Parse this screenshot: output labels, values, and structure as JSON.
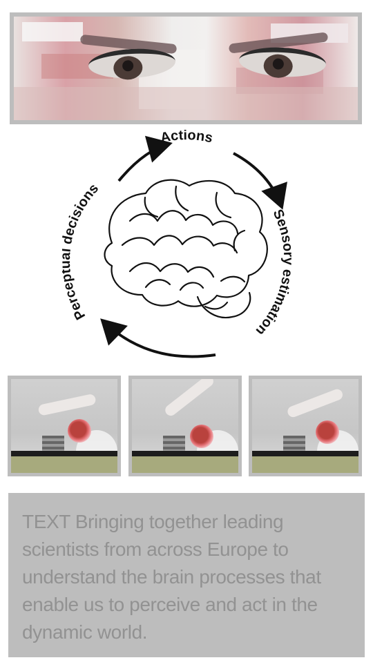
{
  "diagram": {
    "center_icon": "brain-outline-icon",
    "labels": {
      "actions": "Actions",
      "sensory_estimation": "Sensory estimation",
      "perceptual_decisions": "Perceptual decisions"
    },
    "colors": {
      "ink": "#111111"
    }
  },
  "caption": {
    "text": "TEXT Bringing together leading scientists from across Europe to understand the brain processes that enable us to perceive and act in the dynamic world."
  }
}
